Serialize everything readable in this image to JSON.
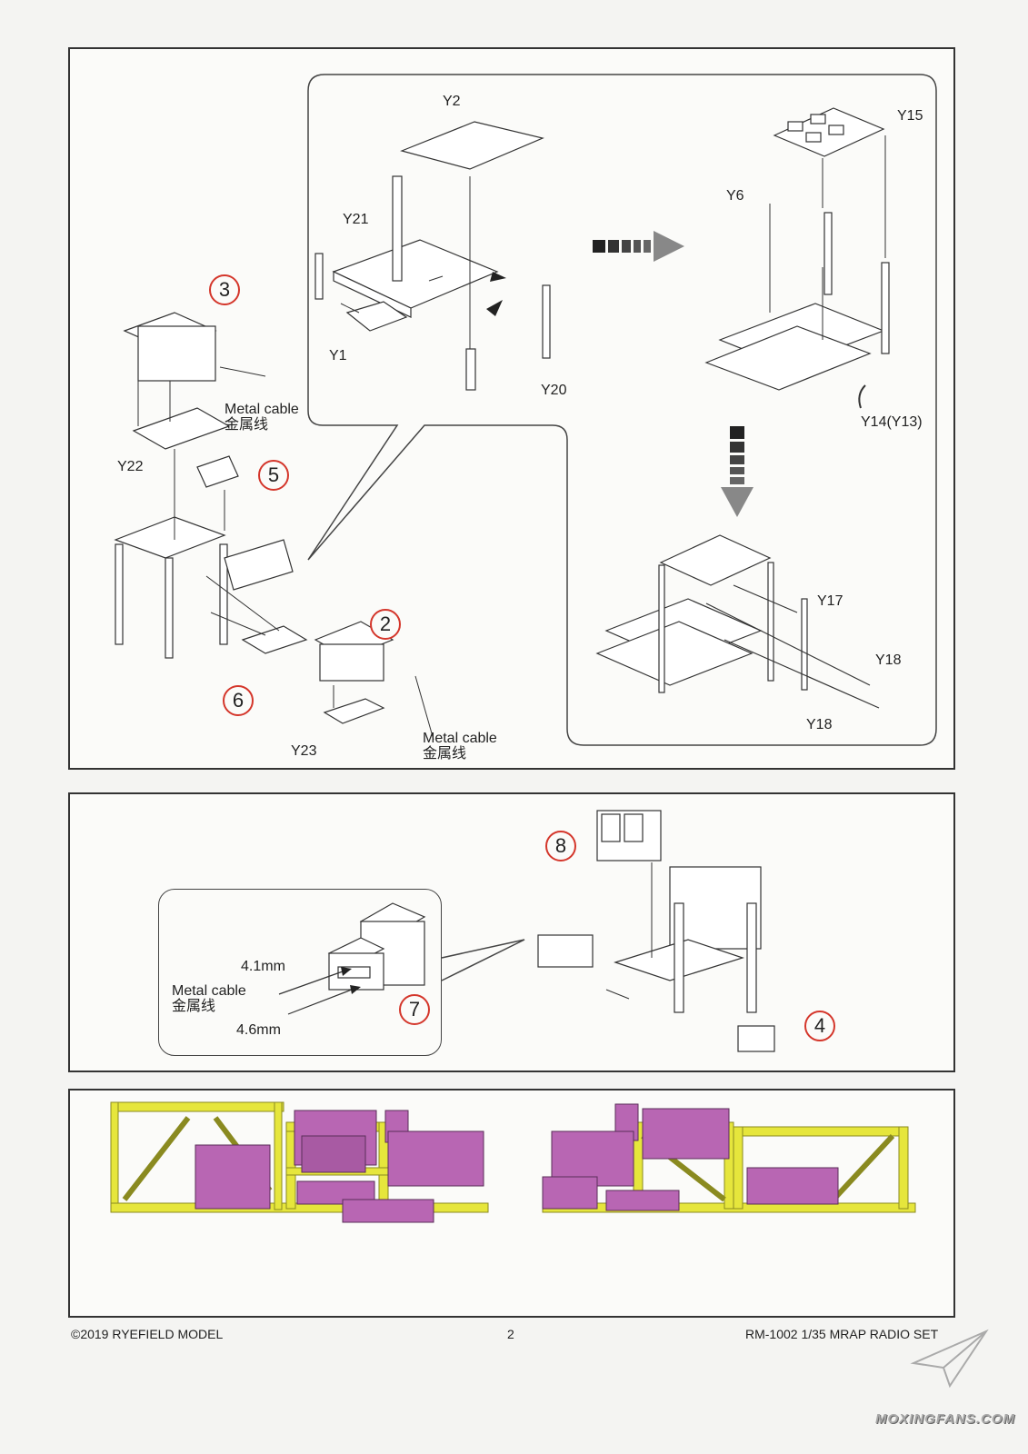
{
  "step1": {
    "labels": {
      "y2": "Y2",
      "y21": "Y21",
      "y1": "Y1",
      "y20": "Y20",
      "y15": "Y15",
      "y6": "Y6",
      "y14": "Y14(Y13)",
      "y17": "Y17",
      "y18a": "Y18",
      "y18b": "Y18",
      "y22": "Y22",
      "y23": "Y23",
      "cable_en_1": "Metal cable",
      "cable_cn_1": "金属线",
      "cable_en_2": "Metal cable",
      "cable_cn_2": "金属线"
    },
    "callouts": {
      "c3": "3",
      "c5": "5",
      "c2": "2",
      "c6": "6"
    }
  },
  "step2": {
    "labels": {
      "len1": "4.1mm",
      "len2": "4.6mm",
      "cable_en": "Metal cable",
      "cable_cn": "金属线"
    },
    "callouts": {
      "c7": "7",
      "c8": "8",
      "c4": "4"
    }
  },
  "colors": {
    "frame": "#e6e63c",
    "parts": "#b866b3",
    "callout_ring": "#d4362b"
  },
  "footer": {
    "copyright": "©2019 RYEFIELD MODEL",
    "page_number": "2",
    "product": "RM-1002 1/35 MRAP RADIO SET"
  },
  "watermark": "MOXINGFANS.COM"
}
